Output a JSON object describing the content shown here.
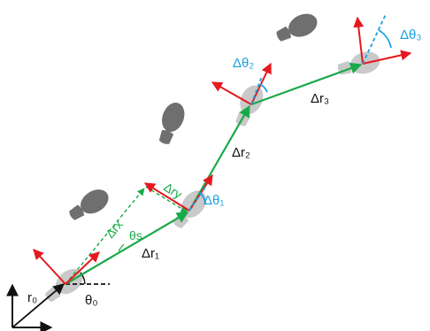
{
  "labels": {
    "r0": "r₀",
    "theta0": "θ₀",
    "dr1": "Δr₁",
    "dr2": "Δr₂",
    "dr3": "Δr₃",
    "drx": "Δrx",
    "dry": "Δry",
    "theta_s": "θs",
    "dtheta1": "Δθ₁",
    "dtheta2": "Δθ₂",
    "dtheta3": "Δθ₃"
  },
  "colors": {
    "trajectory": "#1aa94a",
    "heading": "#e5191e",
    "angle": "#1aa0e0",
    "world_axes": "#111111",
    "footprint_dark": "#6f6f6f",
    "footprint_light": "#c9c9c9"
  }
}
